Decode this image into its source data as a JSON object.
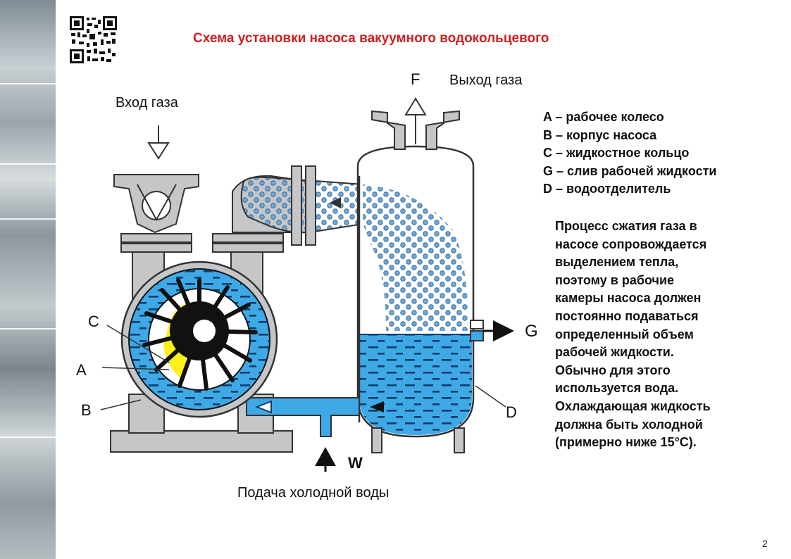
{
  "title": "Схема установки насоса вакуумного водокольцевого",
  "labels": {
    "gas_in": "Вход газа",
    "gas_out": "Выход газа",
    "water_supply": "Подача холодной воды",
    "F": "F",
    "G": "G",
    "W": "W",
    "A": "A",
    "B": "B",
    "C": "C",
    "D": "D"
  },
  "legend": [
    "A – рабочее колесо",
    "B – корпус насоса",
    "C – жидкостное кольцо",
    "G – слив рабочей жидкости",
    "D – водоотделитель"
  ],
  "description": [
    "Процесс сжатия газа в",
    "насосе сопровождается",
    "выделением  тепла,",
    "поэтому  в  рабочие",
    "камеры насоса должен",
    "постоянно подаваться",
    "определенный  объем",
    "рабочей  жидкости.",
    "Обычно  для  этого",
    "используется  вода.",
    "Охлаждающая жидкость",
    "должна быть  холодной",
    "(примерно ниже 15°С)."
  ],
  "page_number": "2",
  "colors": {
    "title": "#d11f1f",
    "water": "#3fa9e6",
    "housing": "#c4c6c8",
    "impeller": "#111111",
    "yellow": "#ffef1a"
  }
}
